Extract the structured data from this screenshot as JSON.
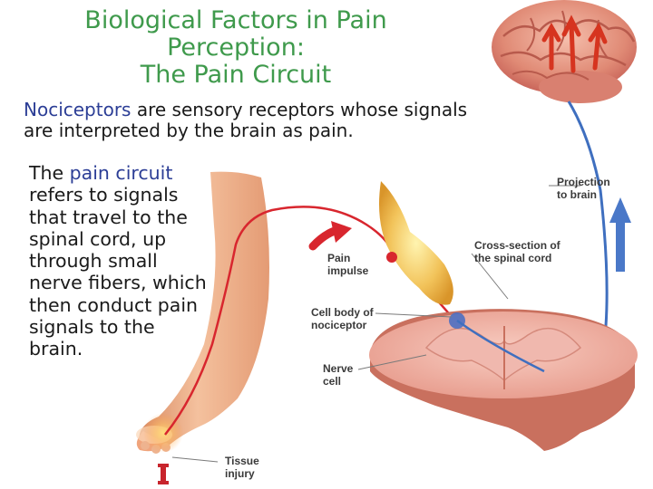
{
  "title": {
    "line1": "Biological Factors in Pain",
    "line2": "Perception:",
    "line3": "The Pain Circuit"
  },
  "definition": {
    "term": "Nociceptors",
    "rest": " are sensory receptors whose signals are interpreted by the brain as pain."
  },
  "circuit_text": {
    "intro": "The ",
    "term": "pain circuit",
    "rest": " refers to signals that travel to the spinal cord, up through small nerve fibers, which then conduct pain signals to the brain."
  },
  "labels": {
    "projection": [
      "Projection",
      "to brain"
    ],
    "cross_section": [
      "Cross-section of",
      "the spinal cord"
    ],
    "pain_impulse": [
      "Pain",
      "impulse"
    ],
    "cell_body": [
      "Cell body of",
      "nociceptor"
    ],
    "nerve_cell": [
      "Nerve",
      "cell"
    ],
    "tissue_injury": [
      "Tissue",
      "injury"
    ]
  },
  "colors": {
    "title": "#3f9a4c",
    "keyword": "#2c3e96",
    "nerve_red": "#d8262e",
    "nerve_blue": "#3f6fbf",
    "spinal_cord": "#e9a49a",
    "brain": "#e69a86",
    "skin": "#efb08a"
  }
}
